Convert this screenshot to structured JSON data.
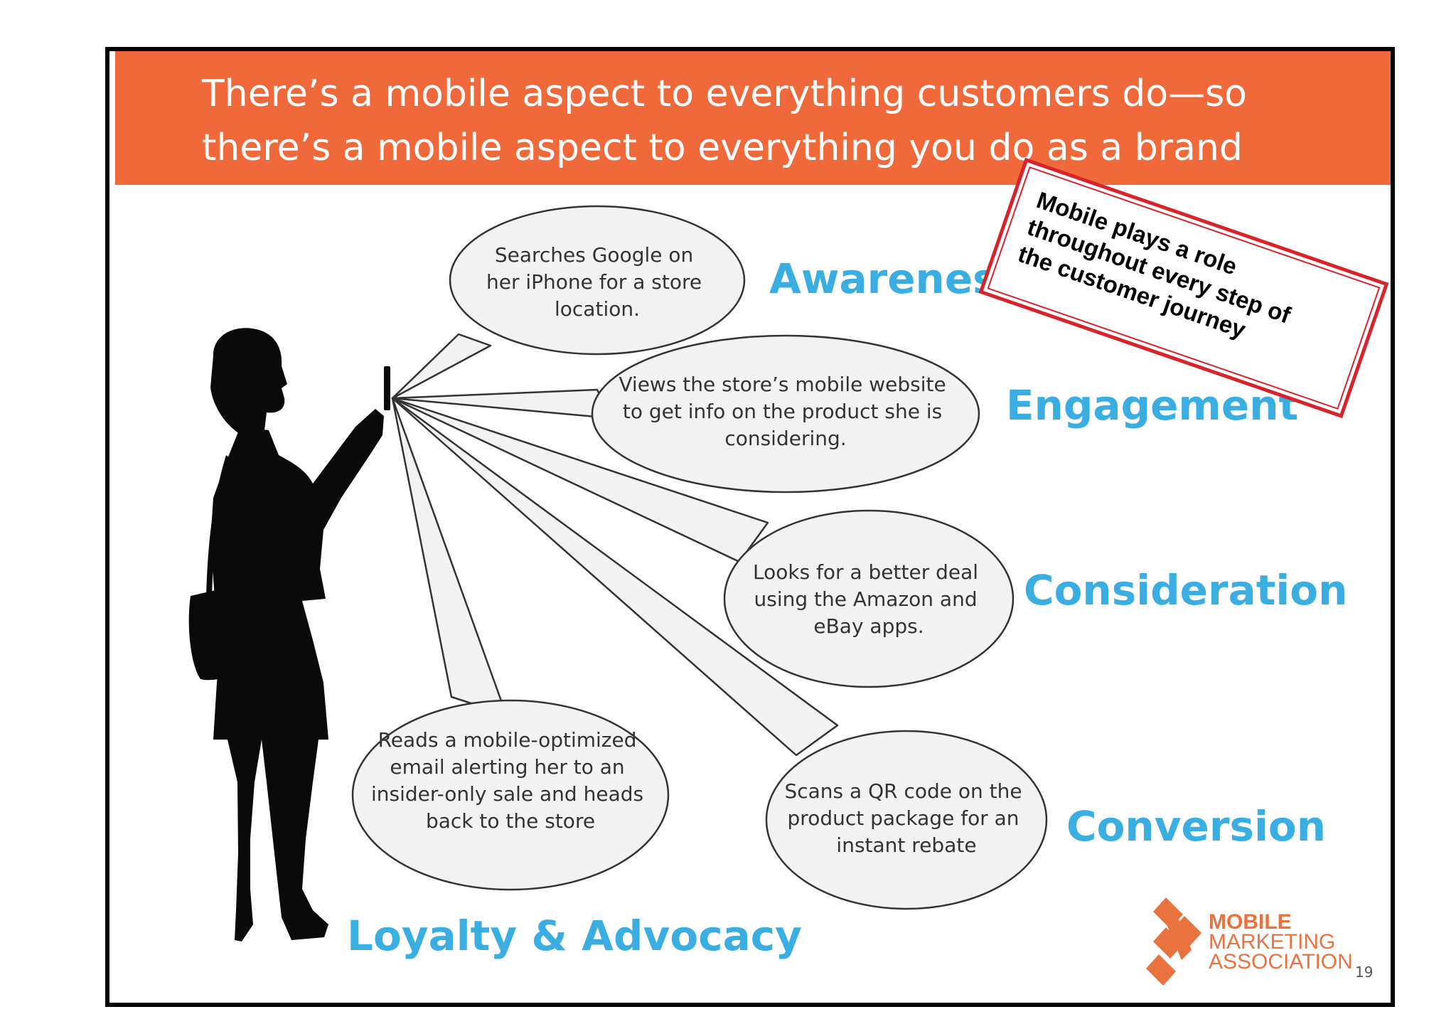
{
  "slide": {
    "title_lines": [
      "There’s a mobile aspect to everything customers do—so",
      "there’s a mobile aspect to everything you do as a brand"
    ],
    "page_number": "19"
  },
  "colors": {
    "header": "#f0693a",
    "stage_label": "#3aaee0",
    "stamp_border": "#d9232a",
    "logo": "#e9723e",
    "bubble_fill": "#f2f2f2"
  },
  "bubbles": [
    {
      "lines": [
        "Searches Google on",
        "her iPhone for a store",
        "location."
      ]
    },
    {
      "lines": [
        "Views the store’s mobile website",
        "to get info on the product she is",
        "considering."
      ]
    },
    {
      "lines": [
        "Looks for a better deal",
        "using the Amazon and",
        "eBay apps."
      ]
    },
    {
      "lines": [
        "Scans a QR code on the",
        "product package for an",
        "instant rebate"
      ]
    },
    {
      "lines": [
        "Reads a mobile-optimized",
        "email alerting her to an",
        "insider-only sale and heads",
        "back to the store"
      ]
    }
  ],
  "stages": [
    "Awareness",
    "Engagement",
    "Consideration",
    "Conversion",
    "Loyalty & Advocacy"
  ],
  "stamp": {
    "lines": [
      "Mobile plays a role",
      "throughout every step of",
      "the customer journey"
    ]
  },
  "logo": {
    "lines": [
      "MOBILE",
      "MARKETING",
      "ASSOCIATION"
    ],
    "icon": "mma-logo-icon"
  },
  "icons": {
    "figure": "woman-silhouette-with-phone-icon"
  }
}
